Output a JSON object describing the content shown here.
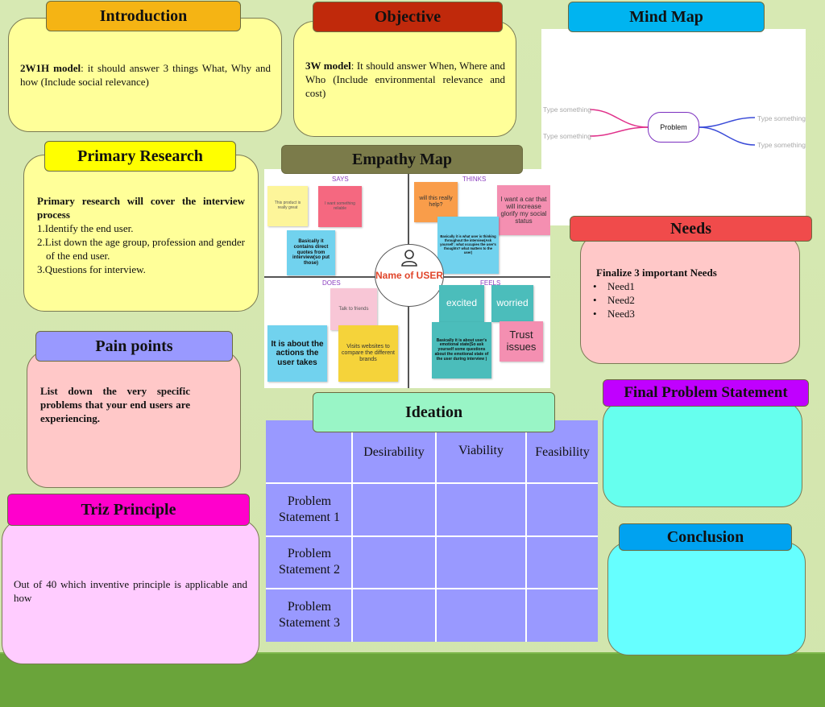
{
  "introduction": {
    "title": "Introduction",
    "lead": "2W1H model",
    "body": ": it should answer 3 things What, Why and how (Include social relevance)"
  },
  "objective": {
    "title": "Objective",
    "lead": "3W model",
    "body": ": It should answer When, Where and Who (Include environmental relevance and cost)"
  },
  "mind_map": {
    "title": "Mind Map",
    "center": "Problem",
    "left_labels": [
      "Type something",
      "Type something"
    ],
    "right_labels": [
      "Type something",
      "Type something"
    ]
  },
  "primary_research": {
    "title": "Primary Research",
    "heading": "Primary research will cover the interview process",
    "items": [
      "1.Identify the end user.",
      "2.List down the age group, profession and gender of the end user.",
      "3.Questions for interview."
    ]
  },
  "empathy_map": {
    "title": "Empathy Map",
    "quadrants": {
      "says": "SAYS",
      "thinks": "THINKS",
      "does": "DOES",
      "feels": "FEELS"
    },
    "user_label": "Name of USER",
    "notes": {
      "says_1": "This product is really great",
      "says_2": "I want something reliable",
      "says_3": "Basically it contains direct quotes from interview(so put those)",
      "thinks_1": "will this really help?",
      "thinks_2": "I want a car that will increase glorify my social status",
      "thinks_3": "Basically it is what user is thinking throughout the interview(Ask yourself : what occupies the user's thoughts? what matters to the user)",
      "does_1": "Talk to friends",
      "does_2": "It is about the actions the user takes",
      "does_3": "Visits websites to compare the different brands",
      "feels_1": "excited",
      "feels_2": "worried",
      "feels_3": "Basically it is about user's emotional state(So ask yourself some questions about the emotional state of the user during interview )",
      "feels_4": "Trust issues"
    }
  },
  "needs": {
    "title": "Needs",
    "heading": "Finalize 3 important Needs",
    "items": [
      "Need1",
      "Need2",
      "Need3"
    ]
  },
  "pain_points": {
    "title": "Pain points",
    "body": "List down the very specific problems that your end users are experiencing."
  },
  "final_problem": {
    "title": "Final Problem Statement"
  },
  "ideation": {
    "title": "Ideation",
    "columns": [
      "Desirability",
      "Viability",
      "Feasibility"
    ],
    "rows": [
      "Problem Statement 1",
      "Problem Statement 2",
      "Problem Statement 3"
    ]
  },
  "triz": {
    "title": "Triz Principle",
    "body": "Out of 40 which inventive principle is applicable and how"
  },
  "conclusion": {
    "title": "Conclusion"
  },
  "colors": {
    "intro_header": "#f5b414",
    "objective_header": "#c0290b",
    "mindmap_header": "#00b4f0",
    "primary_header": "#ffff00",
    "empathy_header": "#7b7b4a",
    "needs_header": "#f04b4b",
    "pain_header": "#9999ff",
    "final_header": "#c000ff",
    "ideation_header": "#99f5c6",
    "triz_header": "#ff00cc",
    "conclusion_header": "#00a2f0"
  }
}
